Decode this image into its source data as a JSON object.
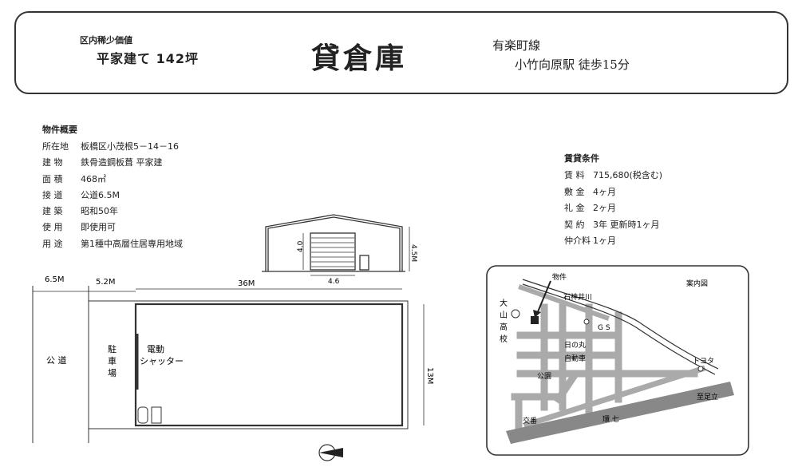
{
  "header": {
    "rarity": "区内稀少価値",
    "building": "平家建て 142坪",
    "title": "貸倉庫",
    "line": "有楽町線",
    "station": "小竹向原駅 徒歩15分"
  },
  "overview": {
    "title": "物件概要",
    "rows": [
      {
        "label": "所在地",
        "value": "板橋区小茂根5－14－16"
      },
      {
        "label": "建 物",
        "value": "鉄骨造鋼板葺 平家建"
      },
      {
        "label": "面 積",
        "value": "468㎡"
      },
      {
        "label": "接 道",
        "value": "公道6.5M"
      },
      {
        "label": "建 築",
        "value": "昭和50年"
      },
      {
        "label": "使 用",
        "value": "即使用可"
      },
      {
        "label": "用 途",
        "value": "第1種中高層住居専用地域"
      }
    ]
  },
  "conditions": {
    "title": "賃貸条件",
    "rows": [
      {
        "label": "賃 料",
        "value": "715,680(税含む)"
      },
      {
        "label": "敷 金",
        "value": "4ヶ月"
      },
      {
        "label": "礼 金",
        "value": "2ヶ月"
      },
      {
        "label": "契 約",
        "value": "3年 更新時1ヶ月"
      },
      {
        "label": "仲介料",
        "value": "1ヶ月"
      }
    ]
  },
  "elevation": {
    "h_small": "4.0",
    "h_total": "4.5M",
    "door_w": "4.6"
  },
  "plan": {
    "road_w": "6.5M",
    "setback": "5.2M",
    "length": "36M",
    "width": "13M",
    "road_label": "公 道",
    "parking": [
      "駐",
      "車",
      "場"
    ],
    "shutter": [
      "電動",
      "シャッター"
    ]
  },
  "map": {
    "title": "案内図",
    "property": "物件",
    "river": "石神井川",
    "school": [
      "大",
      "山",
      "高",
      "校"
    ],
    "gs": "G S",
    "hinomaru": [
      "日の丸",
      "自動車"
    ],
    "park": "公園",
    "toyota": "トヨタ",
    "shishitadachi": "至足立",
    "kan7": "環 七",
    "intersection": "交番"
  }
}
